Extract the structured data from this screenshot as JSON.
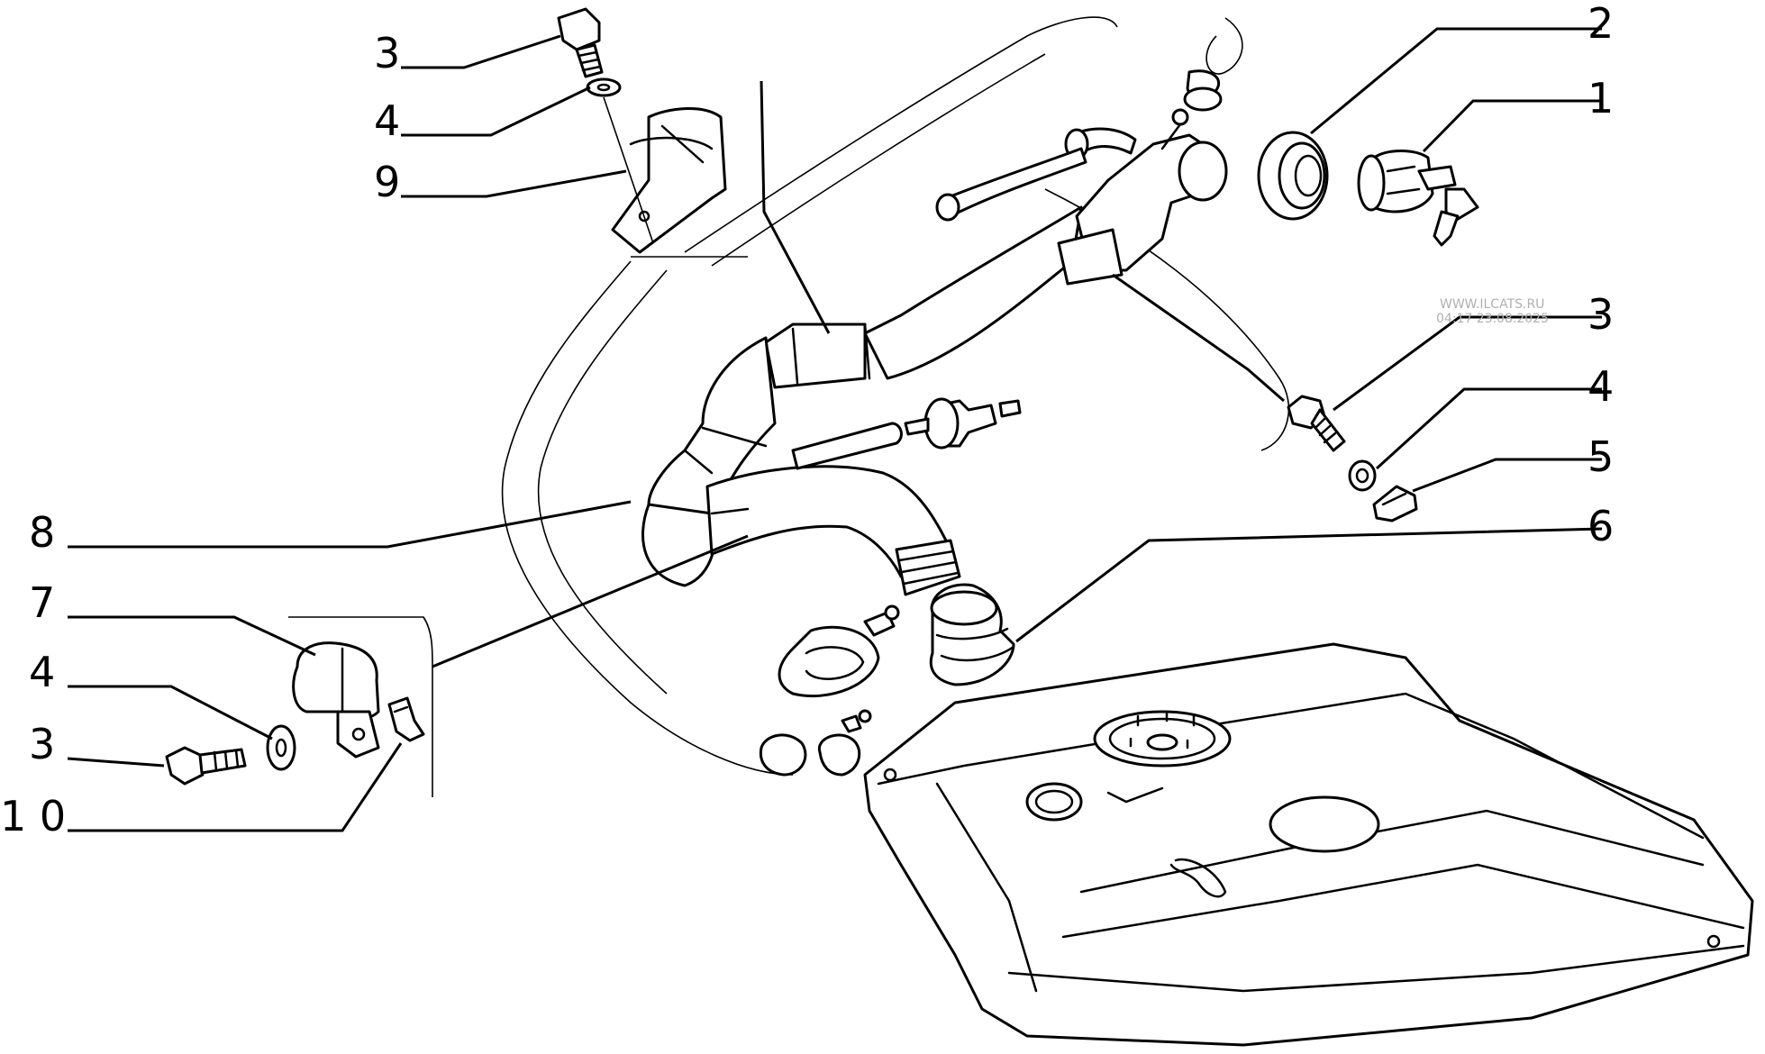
{
  "callouts": {
    "c1": "1",
    "c2": "2",
    "c3_top": "3",
    "c4_top": "4",
    "c9": "9",
    "c3_right": "3",
    "c4_right": "4",
    "c5": "5",
    "c6": "6",
    "c8": "8",
    "c7": "7",
    "c4_left": "4",
    "c3_left": "3",
    "c10": "1 0"
  },
  "watermark": {
    "line1": "WWW.ILCATS.RU",
    "line2": "04:17 23.08.2025"
  },
  "colors": {
    "ink": "#000000",
    "paper": "#ffffff",
    "watermark": "#b0b0b0"
  }
}
